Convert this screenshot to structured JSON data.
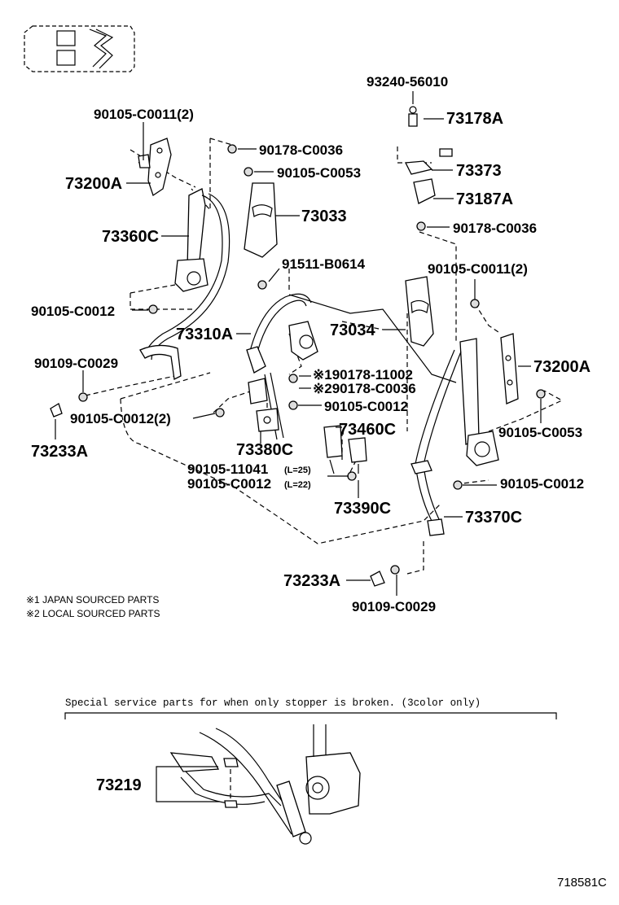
{
  "labels": {
    "p93240_56010": "93240-56010",
    "p73178A": "73178A",
    "p73373": "73373",
    "p73187A": "73187A",
    "p90178_C0036_top": "90178-C0036",
    "p90105_C0011_2_right": "90105-C0011(2)",
    "p90105_C0011_2_left": "90105-C0011(2)",
    "p90178_C0036_left": "90178-C0036",
    "p90105_C0053_left": "90105-C0053",
    "p73200A_left": "73200A",
    "p73033": "73033",
    "p73360C": "73360C",
    "p91511_B0614": "91511-B0614",
    "p90105_C0012_left": "90105-C0012",
    "p73310A": "73310A",
    "p73034": "73034",
    "p73200A_right": "73200A",
    "p90109_C0029_left": "90109-C0029",
    "p90178_11002": "※190178-11002",
    "p90178_C0036_mid": "※290178-C0036",
    "p90105_C0012_mid": "90105-C0012",
    "p73233A_left": "73233A",
    "p90105_C0012_2": "90105-C0012(2)",
    "p73460C": "73460C",
    "p90105_C0053_right": "90105-C0053",
    "p73380C": "73380C",
    "p90105_11041": "90105-11041",
    "p90105_11041_note": "(L=25)",
    "p90105_C0012_l22": "90105-C0012",
    "p90105_C0012_l22_note": "(L=22)",
    "p90105_C0012_right": "90105-C0012",
    "p73390C": "73390C",
    "p73370C": "73370C",
    "p73233A_right": "73233A",
    "p90109_C0029_right": "90109-C0029",
    "p73219": "73219"
  },
  "notes": {
    "note1": "※1 JAPAN SOURCED PARTS",
    "note2": "※2 LOCAL SOURCED PARTS"
  },
  "caption": "Special service parts for when only stopper is broken. (3color only)",
  "diagram_code": "718581C"
}
